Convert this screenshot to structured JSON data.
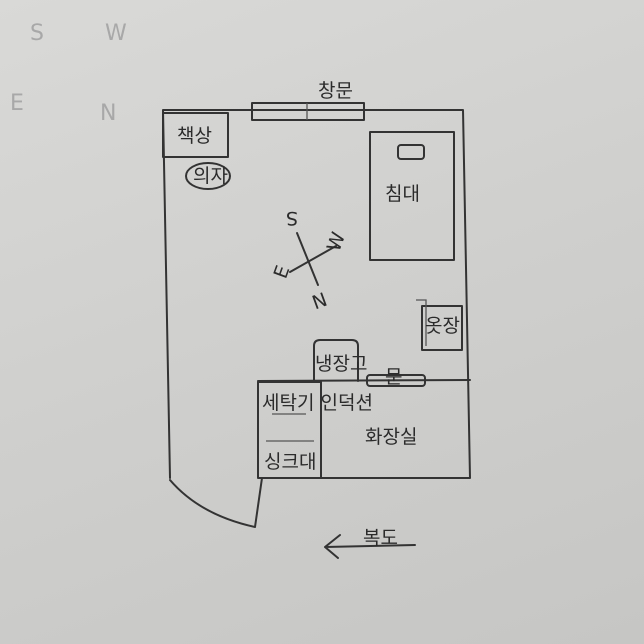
{
  "labels": {
    "window": "창문",
    "desk": "책상",
    "chair": "의자",
    "bed": "침대",
    "wardrobe": "옷장",
    "fridge": "냉장고",
    "door": "문",
    "washer_induction": "세탁기 인덕션",
    "sink": "싱크대",
    "bathroom": "화장실",
    "hallway": "복도"
  },
  "compass": {
    "n": "N",
    "e": "E",
    "w": "W",
    "s": "S"
  },
  "bleed_letters": {
    "s": "S",
    "w": "W",
    "e": "E",
    "n": "N"
  }
}
